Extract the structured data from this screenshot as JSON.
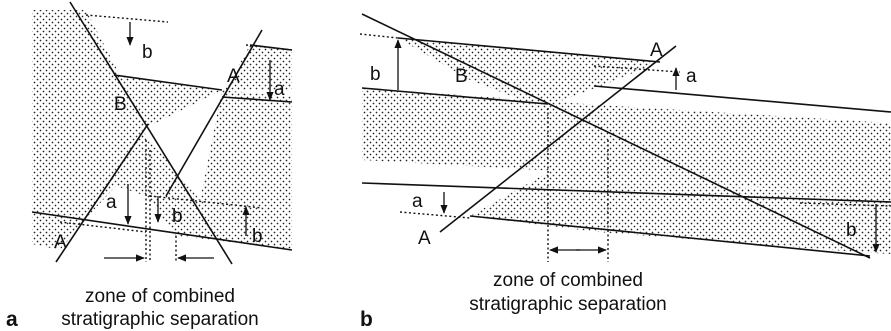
{
  "panels": [
    {
      "letter": "a",
      "labels": {
        "fault_a_top": "A",
        "fault_a_bottom": "A",
        "fault_b_top": "B",
        "sep_a_right": "a",
        "sep_a_left": "a",
        "sep_b_top": "b",
        "sep_b_middle": "b",
        "sep_b_right": "b"
      },
      "caption_line1": "zone of combined",
      "caption_line2": "stratigraphic separation"
    },
    {
      "letter": "b",
      "labels": {
        "fault_a_top": "A",
        "fault_a_bottom": "A",
        "fault_b_top": "B",
        "sep_a_top": "a",
        "sep_a_left": "a",
        "sep_b_left": "b",
        "sep_b_right": "b"
      },
      "caption_line1": "zone of combined",
      "caption_line2": "stratigraphic separation"
    }
  ]
}
